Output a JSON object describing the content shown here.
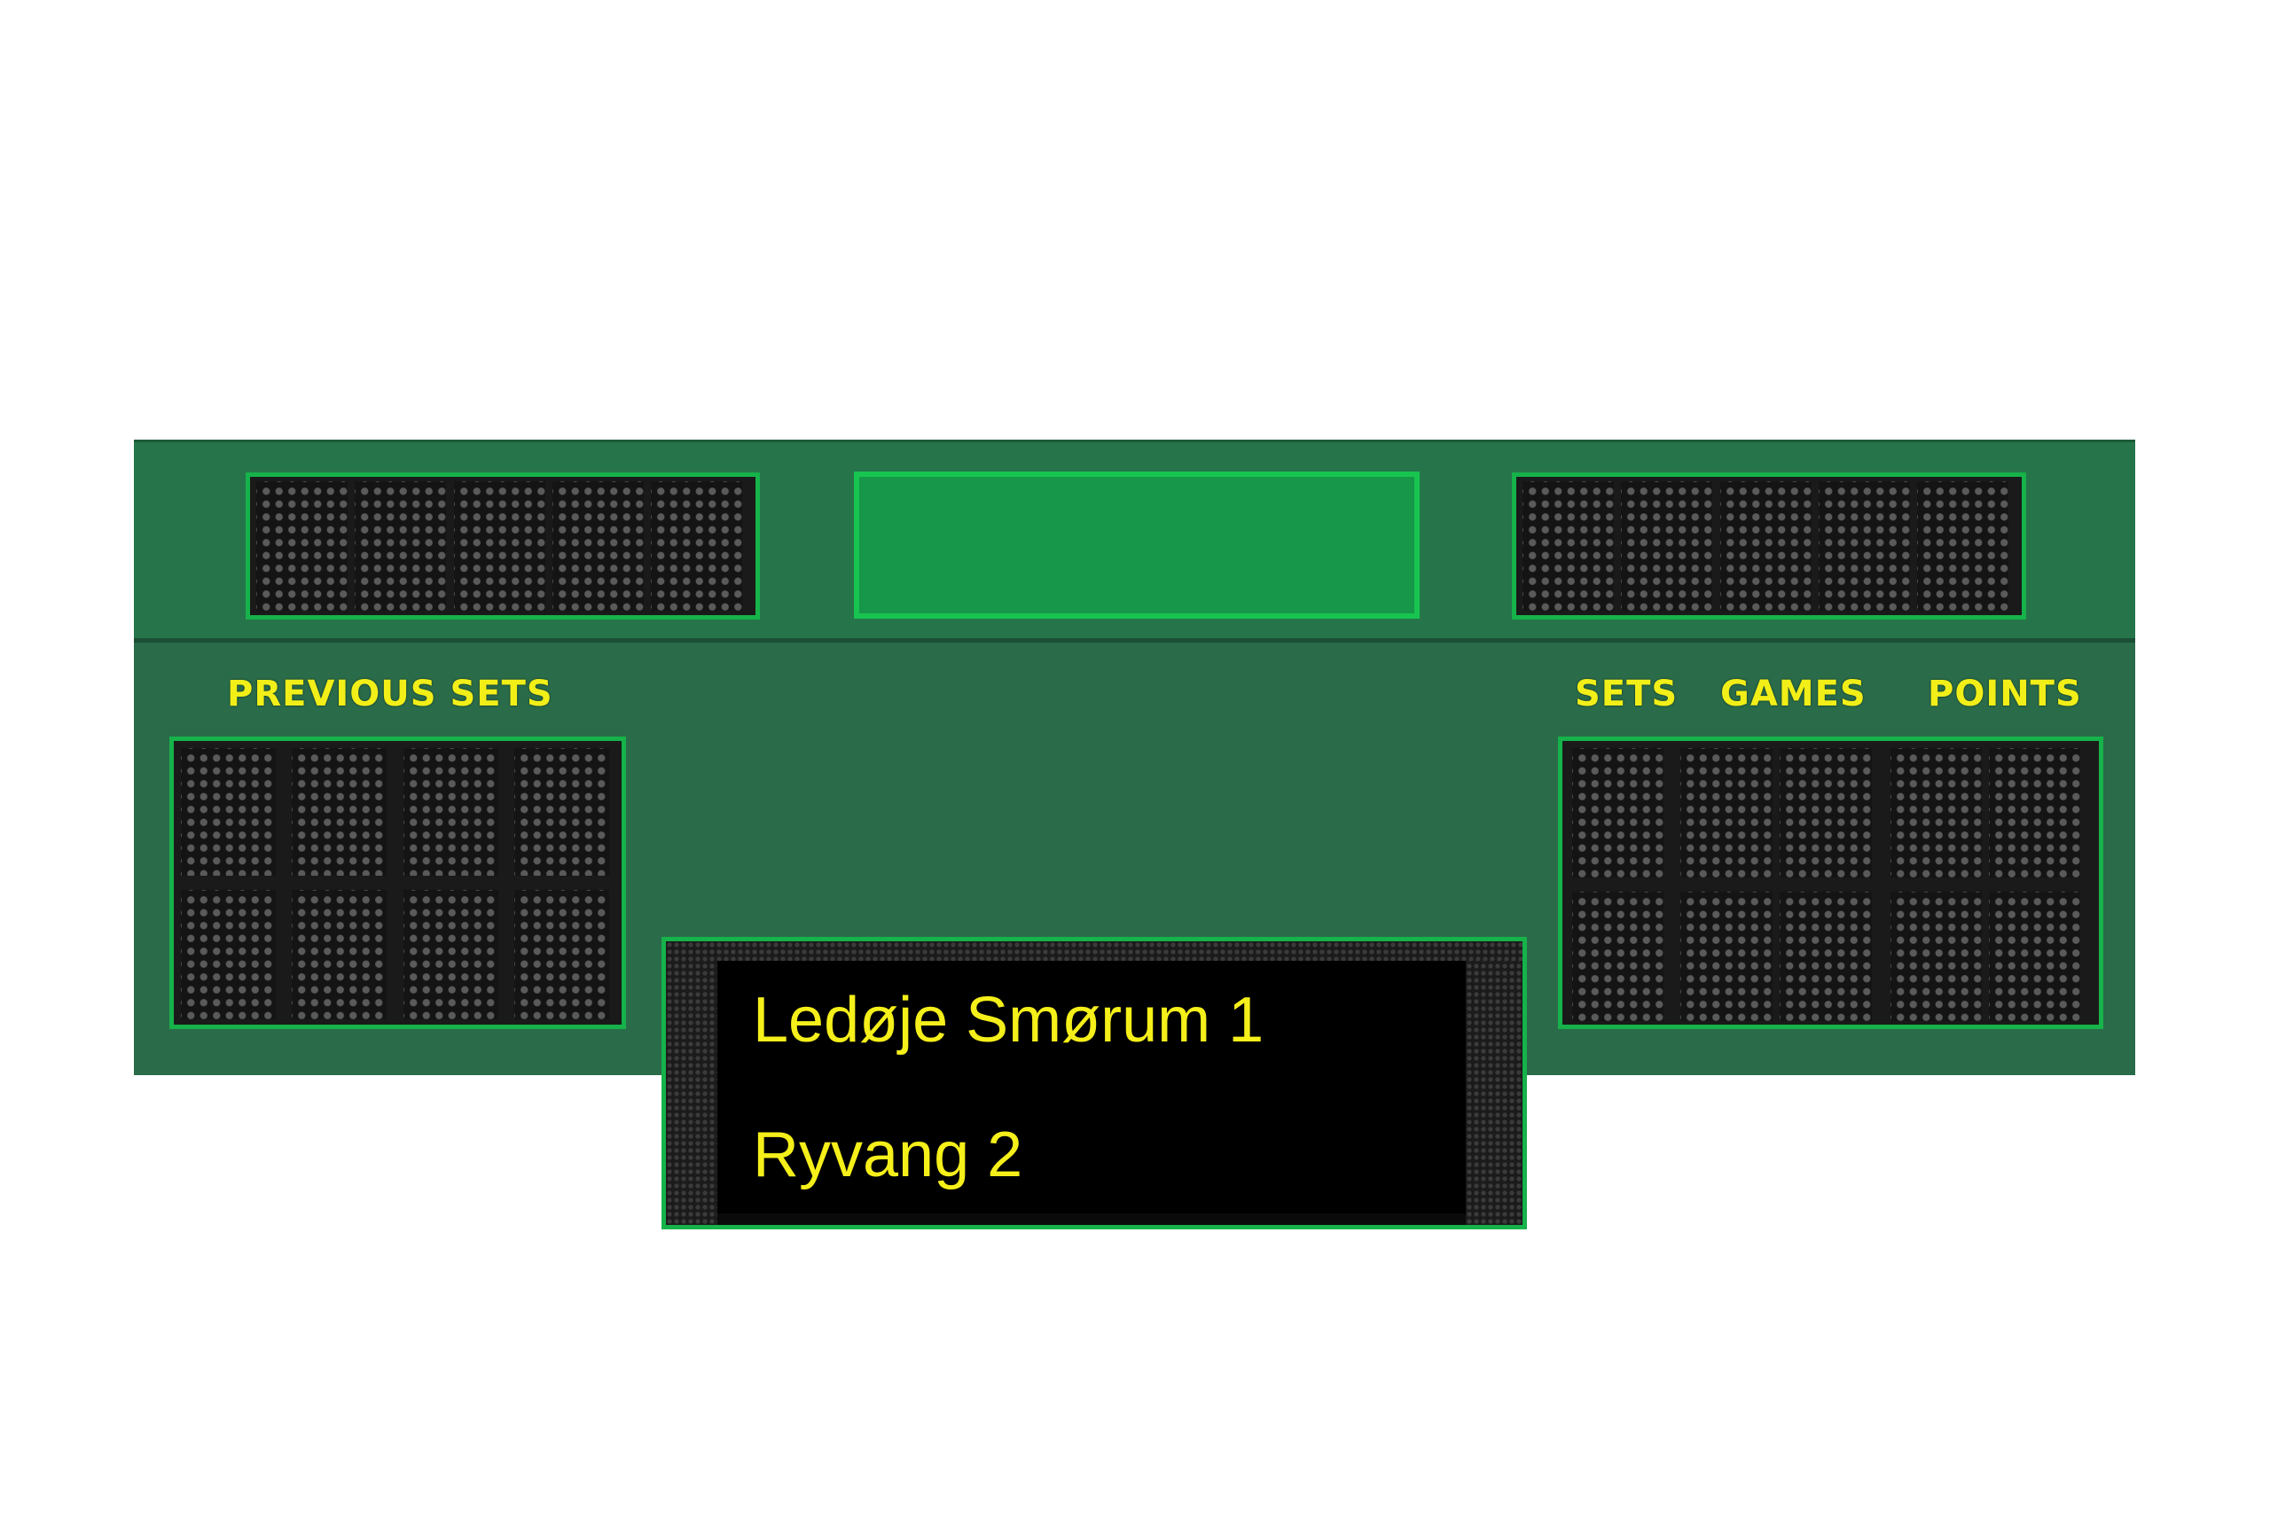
{
  "labels": {
    "previous_sets": "PREVIOUS SETS",
    "sets": "SETS",
    "games": "GAMES",
    "points": "POINTS"
  },
  "teams": {
    "home": "Ledøje Smørum 1",
    "away": "Ryvang 2"
  },
  "colors": {
    "board": "#26744a",
    "panel_border": "#16b24a",
    "text": "#f2ef18",
    "display_background": "#000000"
  }
}
